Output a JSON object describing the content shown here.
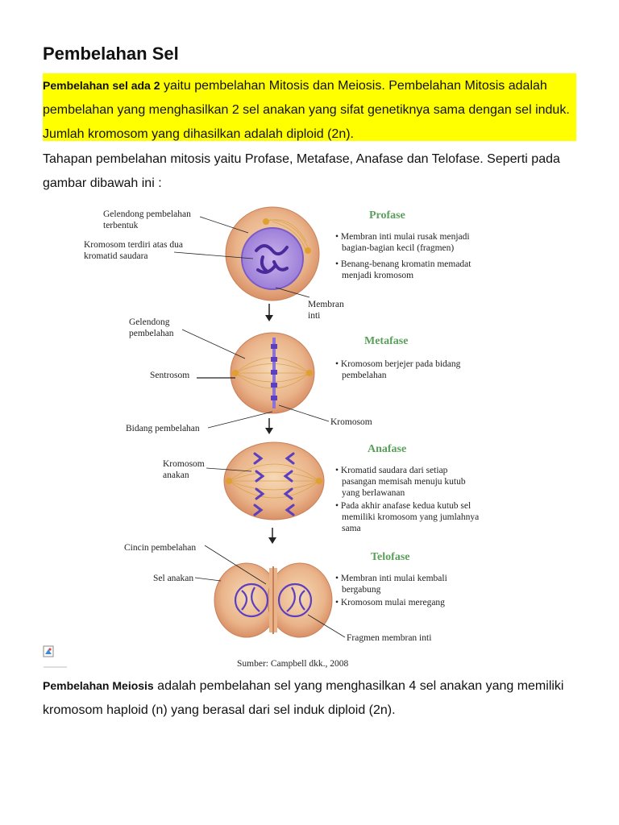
{
  "title": "Pembelahan Sel",
  "intro": {
    "bold": "Pembelahan sel ada 2",
    "text": " yaitu pembelahan Mitosis dan Meiosis. Pembelahan Mitosis adalah pembelahan yang menghasilkan 2 sel anakan yang sifat genetiknya sama dengan sel induk. Jumlah kromosom yang dihasilkan adalah diploid (2n)."
  },
  "tahapan": "Tahapan pembelahan mitosis yaitu Profase, Metafase, Anafase dan Telofase. Seperti pada gambar dibawah ini :",
  "figure": {
    "profase": {
      "title": "Profase",
      "label_gelendong_1": "Gelendong pembelahan",
      "label_gelendong_2": "terbentuk",
      "label_kromosom_1": "Kromosom terdiri atas dua",
      "label_kromosom_2": "kromatid saudara",
      "label_membran_1": "Membran",
      "label_membran_2": "inti",
      "b1_l1": "• Membran inti mulai rusak menjadi",
      "b1_l2": "bagian-bagian kecil (fragmen)",
      "b2_l1": "• Benang-benang kromatin memadat",
      "b2_l2": "menjadi kromosom"
    },
    "metafase": {
      "title": "Metafase",
      "label_gelendong_1": "Gelendong",
      "label_gelendong_2": "pembelahan",
      "label_sentrosom": "Sentrosom",
      "label_bidang": "Bidang pembelahan",
      "label_kromosom": "Kromosom",
      "b1_l1": "• Kromosom berjejer pada bidang",
      "b1_l2": "pembelahan"
    },
    "anafase": {
      "title": "Anafase",
      "label_kromosom_1": "Kromosom",
      "label_kromosom_2": "anakan",
      "b1_l1": "• Kromatid saudara dari setiap",
      "b1_l2": "pasangan memisah menuju kutub",
      "b1_l3": "yang berlawanan",
      "b2_l1": "• Pada akhir anafase kedua kutub sel",
      "b2_l2": "memiliki kromosom yang jumlahnya",
      "b2_l3": "sama"
    },
    "telofase": {
      "title": "Telofase",
      "label_cincin": "Cincin pembelahan",
      "label_sel_anakan": "Sel anakan",
      "label_fragmen": "Fragmen membran inti",
      "b1_l1": "• Membran inti mulai kembali",
      "b1_l2": "bergabung",
      "b2_l1": "• Kromosom mulai meregang"
    },
    "source": "Sumber: Campbell dkk., 2008"
  },
  "meiosis": {
    "bold": "Pembelahan Meiosis",
    "text": " adalah pembelahan sel yang menghasilkan 4 sel anakan yang memiliki kromosom haploid (n) yang berasal dari sel induk diploid (2n)."
  }
}
